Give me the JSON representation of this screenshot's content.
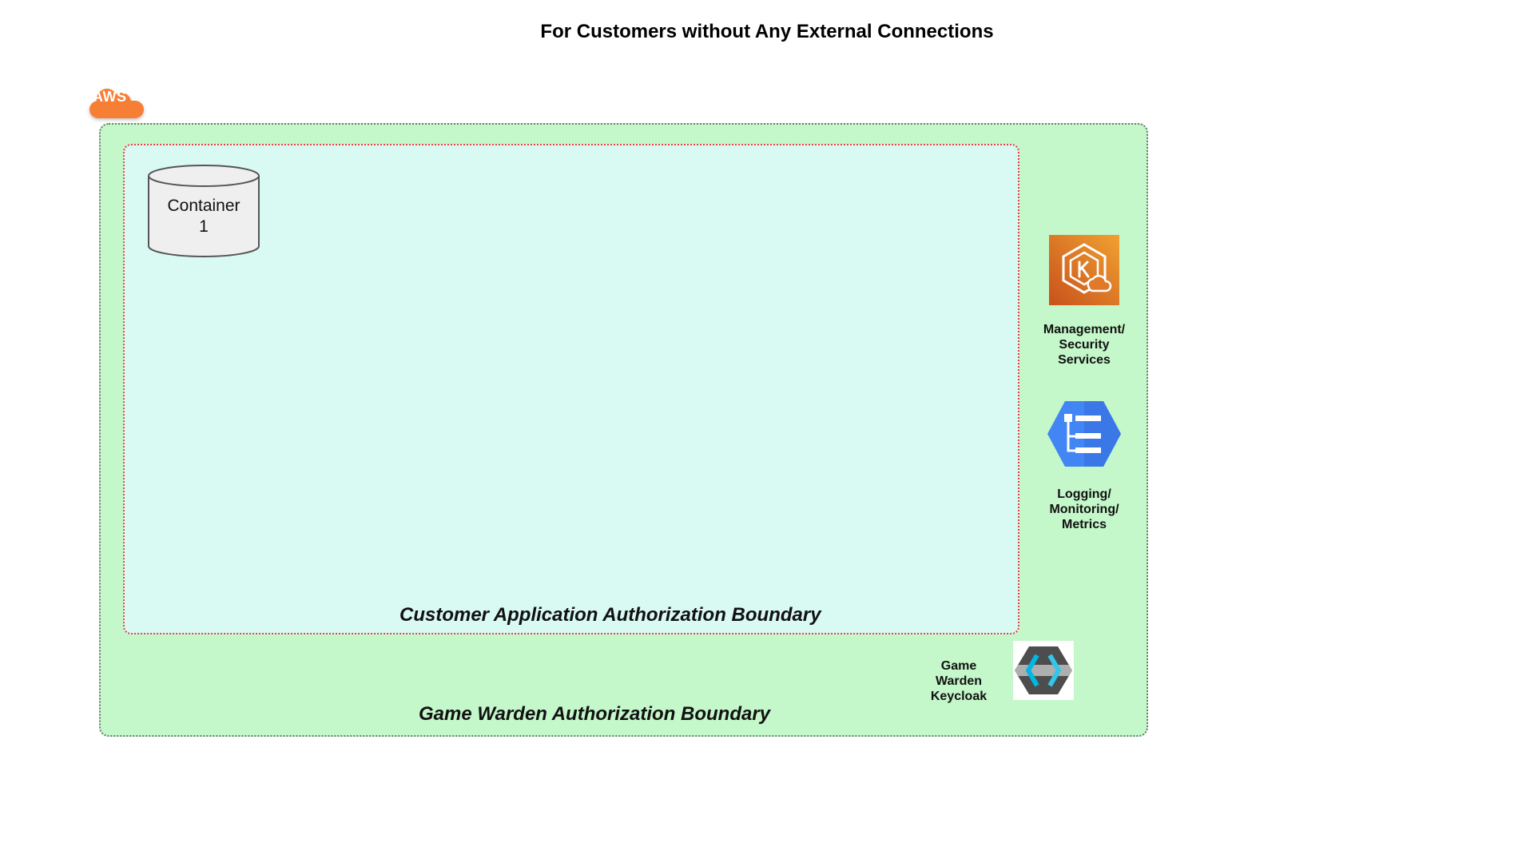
{
  "title": "For Customers without Any External Connections",
  "aws_badge": {
    "text": "AWS",
    "color": "#f77e35"
  },
  "outer_boundary": {
    "label": "Game Warden Authorization Boundary",
    "fill": "#c4f7c9"
  },
  "inner_boundary": {
    "label": "Customer Application Authorization Boundary",
    "fill": "#d9f9f3",
    "border": "#e8403f"
  },
  "container": {
    "label_line1": "Container",
    "label_line2": "1",
    "icon": "database-cylinder-icon"
  },
  "services": {
    "management": {
      "line1": "Management/",
      "line2": "Security",
      "line3": "Services",
      "icon": "kubernetes-eks-icon"
    },
    "logging": {
      "line1": "Logging/",
      "line2": "Monitoring/",
      "line3": "Metrics",
      "icon": "logging-hexagon-icon"
    },
    "keycloak": {
      "line1": "Game",
      "line2": "Warden",
      "line3": "Keycloak",
      "icon": "keycloak-icon"
    }
  }
}
